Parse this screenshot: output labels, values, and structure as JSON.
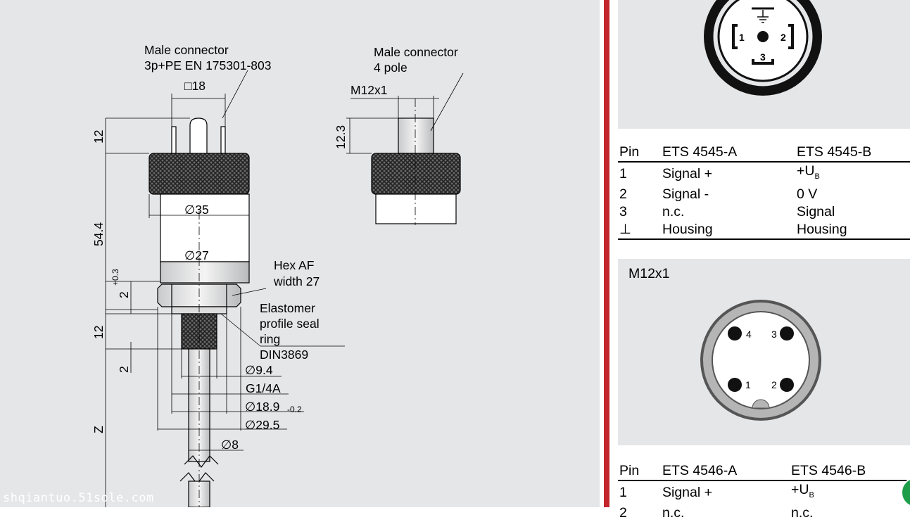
{
  "drawing": {
    "connector1": {
      "label_line1": "Male connector",
      "label_line2": "3p+PE EN 175301-803",
      "square": "□18"
    },
    "connector2": {
      "label_line1": "Male connector",
      "label_line2": "4 pole",
      "thread": "M12x1",
      "height": "12.3"
    },
    "dims": {
      "d12_top": "12",
      "d54_4": "54.4",
      "tol": "+0.3",
      "d2a": "2",
      "d12_low": "12",
      "d2b": "2",
      "dZ": "Z",
      "phi35": "∅35",
      "phi27": "∅27",
      "hex_line1": "Hex AF",
      "hex_line2": "width 27",
      "seal_line1": "Elastomer",
      "seal_line2": "profile seal",
      "seal_line3": "ring",
      "seal_line4": "DIN3869",
      "phi9_4": "∅9.4",
      "g14a": "G1/4A",
      "phi18_9": "∅18.9",
      "tol18_9": "-0.2",
      "phi29_5": "∅29.5",
      "phi8": "∅8"
    }
  },
  "din_connector": {
    "pin1": "1",
    "pin2": "2",
    "pin3": "3",
    "ground_icon": "ground-symbol"
  },
  "table1": {
    "header": [
      "Pin",
      "ETS 4545-A",
      "ETS 4545-B"
    ],
    "rows": [
      [
        "1",
        "Signal +",
        "+U",
        "B"
      ],
      [
        "2",
        "Signal -",
        "0 V",
        ""
      ],
      [
        "3",
        "n.c.",
        "Signal",
        ""
      ],
      [
        "⊥",
        "Housing",
        "Housing",
        ""
      ]
    ]
  },
  "m12": {
    "title": "M12x1",
    "pin4": "4",
    "pin3": "3",
    "pin1": "1",
    "pin2": "2"
  },
  "table2": {
    "header": [
      "Pin",
      "ETS 4546-A",
      "ETS 4546-B"
    ],
    "rows": [
      [
        "1",
        "Signal +",
        "+U",
        "B"
      ],
      [
        "2",
        "n.c.",
        "n.c.",
        ""
      ]
    ]
  },
  "watermark": "shqiantuo.51sole.com",
  "colors": {
    "panel_bg": "#e5e6e8",
    "red_rule": "#c4262e",
    "badge": "#1f9e4a"
  }
}
